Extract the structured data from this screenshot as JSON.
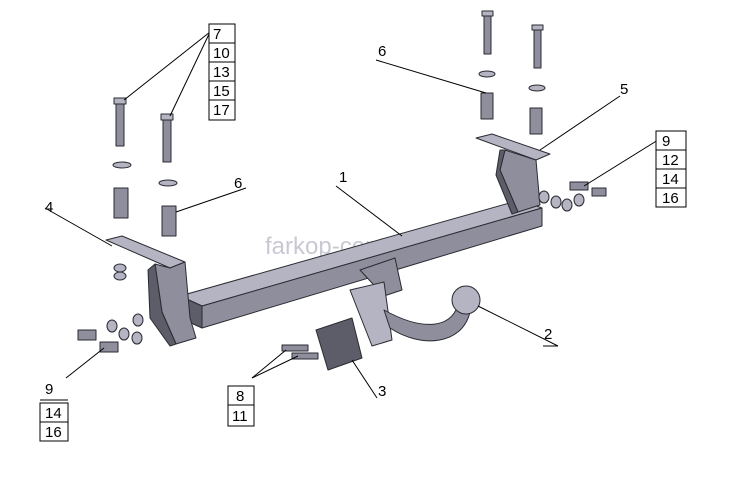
{
  "watermark": "farkop-center.ru",
  "callouts": {
    "frame": "1",
    "ball": "2",
    "plate": "3",
    "left_bracket": "4",
    "right_bracket": "5",
    "spacer_top": "6",
    "spacer_left": "6",
    "bolts_right": "9",
    "bolts_left": "9",
    "bolts_plate": "8"
  },
  "label_groups": {
    "top_left": [
      "7",
      "10",
      "13",
      "15",
      "17"
    ],
    "right": [
      "9",
      "12",
      "14",
      "16"
    ],
    "bottom_left": [
      "9",
      "14",
      "16"
    ],
    "bottom_mid": [
      "8",
      "11"
    ]
  }
}
